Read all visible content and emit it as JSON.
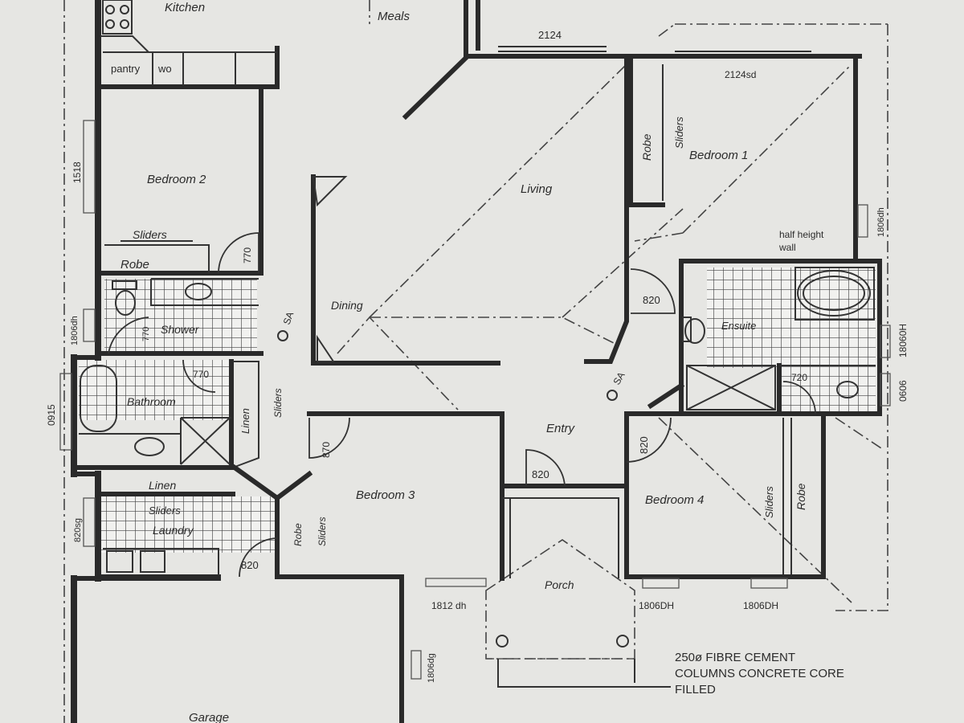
{
  "rooms": {
    "kitchen": "Kitchen",
    "meals": "Meals",
    "pantry": "pantry",
    "wo": "wo",
    "bedroom2": "Bedroom 2",
    "sliders_b2": "Sliders",
    "robe_b2": "Robe",
    "shower": "Shower",
    "bathroom": "Bathroom",
    "linen_upper": "Linen",
    "sliders_linen": "Sliders",
    "linen_lower": "Linen",
    "sliders_laundry": "Sliders",
    "laundry": "Laundry",
    "living": "Living",
    "dining": "Dining",
    "entry": "Entry",
    "bedroom3": "Bedroom 3",
    "robe_b3": "Robe",
    "sliders_b3": "Sliders",
    "porch": "Porch",
    "bedroom1": "Bedroom 1",
    "robe_b1": "Robe",
    "sliders_b1": "Sliders",
    "half_wall_1": "half height",
    "half_wall_2": "wall",
    "ensuite": "Ensuite",
    "bedroom4": "Bedroom 4",
    "sliders_b4": "Sliders",
    "robe_b4": "Robe",
    "garage": "Garage"
  },
  "dims": {
    "d2124": "2124",
    "d2124sd": "2124sd",
    "d1518": "1518",
    "d770_b2": "770",
    "d1806dh_left": "1806dh",
    "d770_shower": "770",
    "d770_bath": "770",
    "d0915": "0915",
    "d820sg": "820sg",
    "d820_laundry": "820",
    "d820_living": "820",
    "d820_entry": "820",
    "d820_b4": "820",
    "d870": "870",
    "d1806dh_right": "1806dh",
    "d18060h": "18060H",
    "d0606": "0606",
    "d720": "720",
    "d1812dh": "1812 dh",
    "d1806dh_b4a": "1806DH",
    "d1806dh_b4b": "1806DH",
    "d1806dg": "1806dg"
  },
  "marks": {
    "sa1": "SA",
    "sa2": "SA"
  },
  "note": {
    "line1": "250ø FIBRE CEMENT",
    "line2": "COLUMNS CONCRETE CORE",
    "line3": "FILLED"
  }
}
